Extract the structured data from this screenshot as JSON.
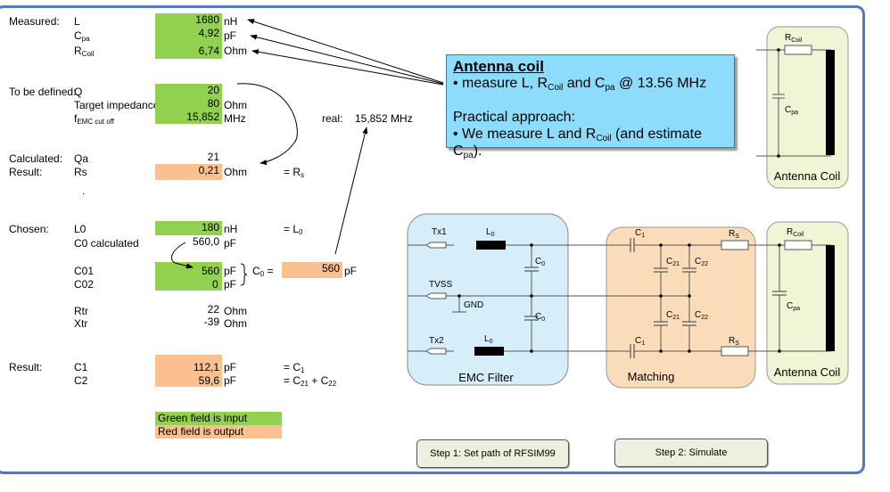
{
  "sheet": {
    "measured": {
      "section_label": "Measured:",
      "rows": [
        {
          "name": "L",
          "sub": "",
          "value": "1680",
          "unit": "nH"
        },
        {
          "name": "C",
          "sub": "pa",
          "value": "4,92",
          "unit": "pF"
        },
        {
          "name": "R",
          "sub": "Coil",
          "value": "6,74",
          "unit": "Ohm"
        }
      ]
    },
    "to_be_defined": {
      "section_label": "To be defined:",
      "rows": [
        {
          "name": "Q",
          "sub": "",
          "value": "20",
          "unit": ""
        },
        {
          "name": "Target impedance",
          "sub": "",
          "value": "80",
          "unit": "Ohm"
        },
        {
          "name": "f",
          "sub": "EMC cut off",
          "value": "15,852",
          "unit": "MHz"
        }
      ],
      "real_label": "real:",
      "real_value": "15,852 MHz"
    },
    "calculated": {
      "section_label": "Calculated:",
      "name": "Qa",
      "value": "21"
    },
    "result_rs": {
      "section_label": "Result:",
      "name": "Rs",
      "value": "0,21",
      "unit": "Ohm",
      "eq": "= R",
      "eq_sub": "s"
    },
    "dot": ".",
    "chosen": {
      "section_label": "Chosen:",
      "l0": {
        "name": "L0",
        "value": "180",
        "unit": "nH",
        "eq": "= L",
        "eq_sub": "0"
      },
      "c0_calc": {
        "name": "C0 calculated",
        "value": "560,0",
        "unit": "pF"
      },
      "c01": {
        "name": "C01",
        "value": "560",
        "unit": "pF"
      },
      "c02": {
        "name": "C02",
        "value": "0",
        "unit": "pF"
      },
      "c0_sum": {
        "label": "C",
        "label_sub": "0",
        "label_eq": " =",
        "value": "560",
        "unit": "pF"
      },
      "rtr": {
        "name": "Rtr",
        "value": "22",
        "unit": "Ohm"
      },
      "xtr": {
        "name": "Xtr",
        "value": "-39",
        "unit": "Ohm"
      }
    },
    "result_c": {
      "section_label": "Result:",
      "c1": {
        "name": "C1",
        "value": "112,1",
        "unit": "pF",
        "eq": "= C",
        "eq_sub": "1"
      },
      "c2": {
        "name": "C2",
        "value": "59,6",
        "unit": "pF",
        "eq": "= C",
        "eq_sub1": "21",
        "eq_mid": " + C",
        "eq_sub2": "22"
      }
    },
    "legend": {
      "green": "Green field is input",
      "red": "Red field is output"
    }
  },
  "infobox": {
    "title": "Antenna coil",
    "line1_a": "• measure L, R",
    "line1_sub1": "Coil",
    "line1_b": " and C",
    "line1_sub2": "pa",
    "line1_c": " @ 13.56 MHz",
    "line2": "Practical approach:",
    "line3_a": "• We measure L and R",
    "line3_sub1": "Coil",
    "line3_b": " (and estimate C",
    "line3_sub2": "pa",
    "line3_c": ")."
  },
  "diagram": {
    "emc_filter_label": "EMC Filter",
    "matching_label": "Matching",
    "antenna_coil_label": "Antenna Coil",
    "tx1": "Tx1",
    "tvss": "TVSS",
    "tx2": "Tx2",
    "gnd": "GND",
    "l0": "L",
    "l0_sub": "0",
    "c0": "C",
    "c0_sub": "0",
    "c1": "C",
    "c1_sub": "1",
    "c21": "C",
    "c21_sub": "21",
    "c22": "C",
    "c22_sub": "22",
    "rs": "R",
    "rs_sub": "S",
    "rcoil": "R",
    "rcoil_sub": "Coil",
    "cpa": "C",
    "cpa_sub": "pa"
  },
  "colors": {
    "input_green": "#92d050",
    "output_orange": "#fac090",
    "info_blue": "#8ddcfb",
    "emc_blue": "#d5eefa",
    "matching_orange": "#fbdcb8",
    "antenna_yellow": "#f0f5d5",
    "frame_blue": "#4a7cc4"
  },
  "buttons": {
    "step1": "Step 1: Set path of RFSIM99",
    "step2": "Step 2: Simulate"
  }
}
